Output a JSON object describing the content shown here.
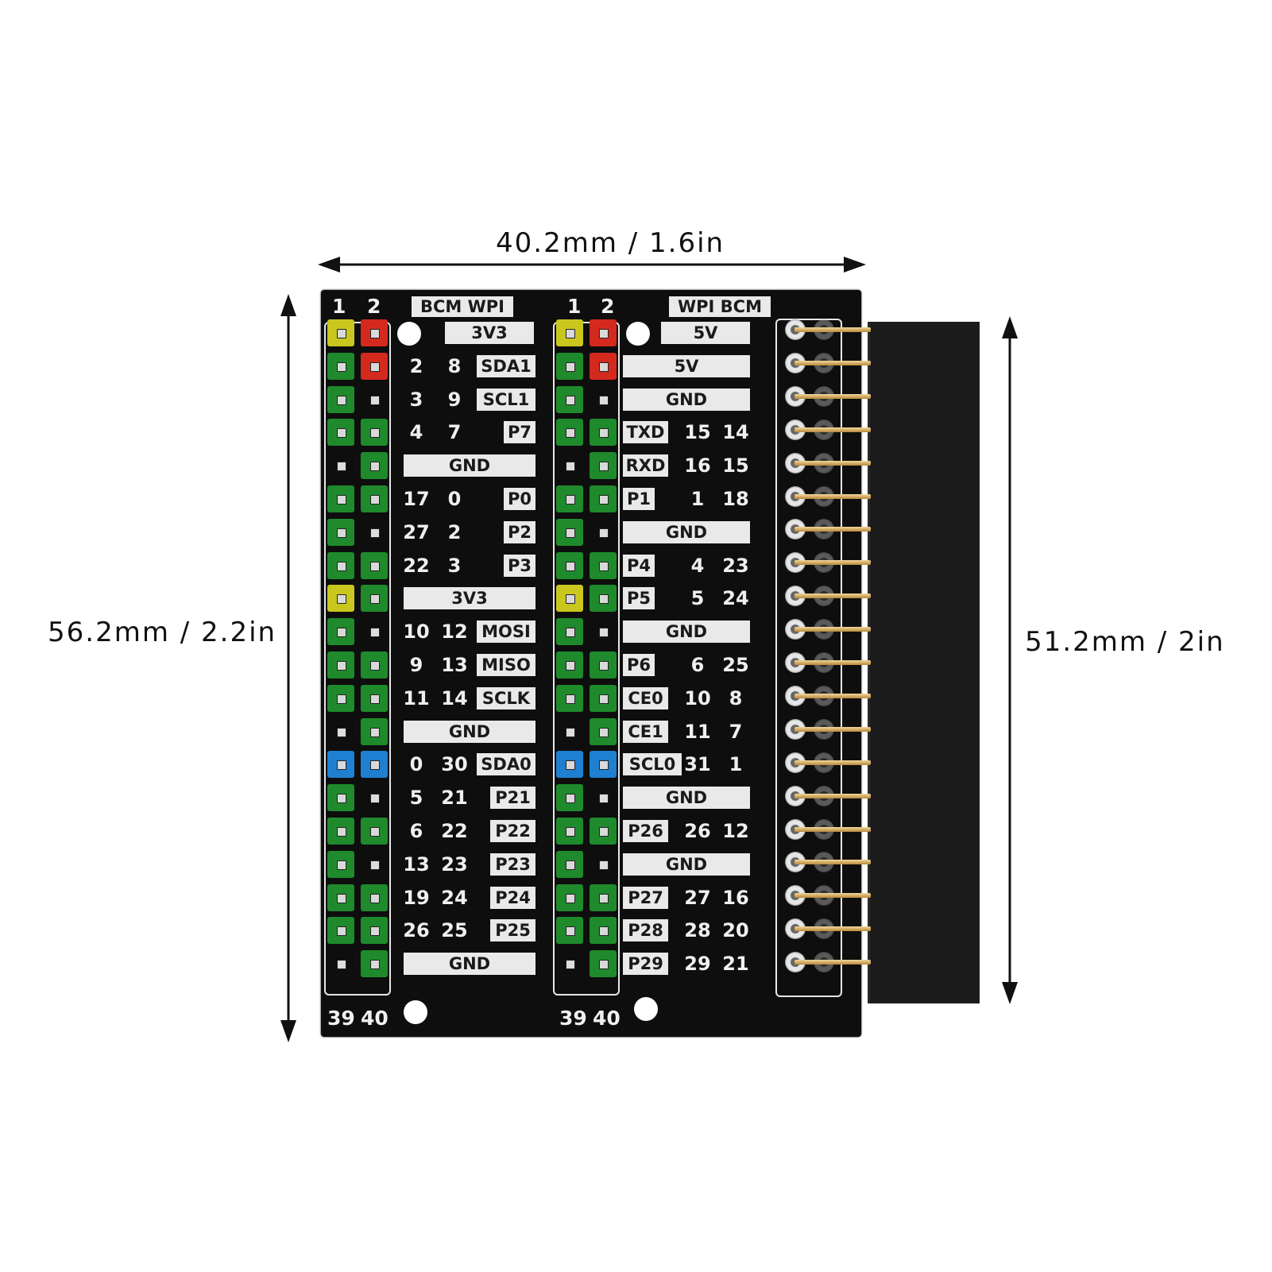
{
  "dimensions": {
    "width_label": "40.2mm / 1.6in",
    "height_label": "56.2mm / 2.2in",
    "connector_label": "51.2mm / 2in"
  },
  "board": {
    "left_header": {
      "top_pins": [
        "1",
        "2"
      ],
      "bottom_pins": [
        "39",
        "40"
      ],
      "column_labels": "BCM WPI"
    },
    "right_header": {
      "top_pins": [
        "1",
        "2"
      ],
      "bottom_pins": [
        "39",
        "40"
      ],
      "column_labels": "WPI BCM"
    },
    "left_rows": [
      {
        "bcm": "",
        "wpi": "",
        "name": "3V3",
        "wide": false
      },
      {
        "bcm": "2",
        "wpi": "8",
        "name": "SDA1",
        "wide": false
      },
      {
        "bcm": "3",
        "wpi": "9",
        "name": "SCL1",
        "wide": false
      },
      {
        "bcm": "4",
        "wpi": "7",
        "name": "P7",
        "wide": false
      },
      {
        "bcm": "",
        "wpi": "",
        "name": "GND",
        "wide": true
      },
      {
        "bcm": "17",
        "wpi": "0",
        "name": "P0",
        "wide": false
      },
      {
        "bcm": "27",
        "wpi": "2",
        "name": "P2",
        "wide": false
      },
      {
        "bcm": "22",
        "wpi": "3",
        "name": "P3",
        "wide": false
      },
      {
        "bcm": "",
        "wpi": "",
        "name": "3V3",
        "wide": true
      },
      {
        "bcm": "10",
        "wpi": "12",
        "name": "MOSI",
        "wide": false
      },
      {
        "bcm": "9",
        "wpi": "13",
        "name": "MISO",
        "wide": false
      },
      {
        "bcm": "11",
        "wpi": "14",
        "name": "SCLK",
        "wide": false
      },
      {
        "bcm": "",
        "wpi": "",
        "name": "GND",
        "wide": true
      },
      {
        "bcm": "0",
        "wpi": "30",
        "name": "SDA0",
        "wide": false
      },
      {
        "bcm": "5",
        "wpi": "21",
        "name": "P21",
        "wide": false
      },
      {
        "bcm": "6",
        "wpi": "22",
        "name": "P22",
        "wide": false
      },
      {
        "bcm": "13",
        "wpi": "23",
        "name": "P23",
        "wide": false
      },
      {
        "bcm": "19",
        "wpi": "24",
        "name": "P24",
        "wide": false
      },
      {
        "bcm": "26",
        "wpi": "25",
        "name": "P25",
        "wide": false
      },
      {
        "bcm": "",
        "wpi": "",
        "name": "GND",
        "wide": true
      }
    ],
    "right_rows": [
      {
        "name": "5V",
        "wpi": "",
        "bcm": "",
        "wide": false
      },
      {
        "name": "5V",
        "wpi": "",
        "bcm": "",
        "wide": true
      },
      {
        "name": "GND",
        "wpi": "",
        "bcm": "",
        "wide": true
      },
      {
        "name": "TXD",
        "wpi": "15",
        "bcm": "14",
        "wide": false
      },
      {
        "name": "RXD",
        "wpi": "16",
        "bcm": "15",
        "wide": false
      },
      {
        "name": "P1",
        "wpi": "1",
        "bcm": "18",
        "wide": false
      },
      {
        "name": "GND",
        "wpi": "",
        "bcm": "",
        "wide": true
      },
      {
        "name": "P4",
        "wpi": "4",
        "bcm": "23",
        "wide": false
      },
      {
        "name": "P5",
        "wpi": "5",
        "bcm": "24",
        "wide": false
      },
      {
        "name": "GND",
        "wpi": "",
        "bcm": "",
        "wide": true
      },
      {
        "name": "P6",
        "wpi": "6",
        "bcm": "25",
        "wide": false
      },
      {
        "name": "CE0",
        "wpi": "10",
        "bcm": "8",
        "wide": false
      },
      {
        "name": "CE1",
        "wpi": "11",
        "bcm": "7",
        "wide": false
      },
      {
        "name": "SCL0",
        "wpi": "31",
        "bcm": "1",
        "wide": false
      },
      {
        "name": "GND",
        "wpi": "",
        "bcm": "",
        "wide": true
      },
      {
        "name": "P26",
        "wpi": "26",
        "bcm": "12",
        "wide": false
      },
      {
        "name": "GND",
        "wpi": "",
        "bcm": "",
        "wide": true
      },
      {
        "name": "P27",
        "wpi": "27",
        "bcm": "16",
        "wide": false
      },
      {
        "name": "P28",
        "wpi": "28",
        "bcm": "20",
        "wide": false
      },
      {
        "name": "P29",
        "wpi": "29",
        "bcm": "21",
        "wide": false
      }
    ],
    "pin_colors": {
      "power_3v3": "#c9c61e",
      "power_5v": "#d42a1e",
      "gpio": "#1e8a2c",
      "i2c0": "#1f7fd0",
      "ground": "#111111"
    },
    "left_pin_pairs": [
      [
        "power_3v3",
        "power_5v"
      ],
      [
        "gpio",
        "power_5v"
      ],
      [
        "gpio",
        "ground"
      ],
      [
        "gpio",
        "gpio"
      ],
      [
        "ground",
        "gpio"
      ],
      [
        "gpio",
        "gpio"
      ],
      [
        "gpio",
        "ground"
      ],
      [
        "gpio",
        "gpio"
      ],
      [
        "power_3v3",
        "gpio"
      ],
      [
        "gpio",
        "ground"
      ],
      [
        "gpio",
        "gpio"
      ],
      [
        "gpio",
        "gpio"
      ],
      [
        "ground",
        "gpio"
      ],
      [
        "i2c0",
        "i2c0"
      ],
      [
        "gpio",
        "ground"
      ],
      [
        "gpio",
        "gpio"
      ],
      [
        "gpio",
        "ground"
      ],
      [
        "gpio",
        "gpio"
      ],
      [
        "gpio",
        "gpio"
      ],
      [
        "ground",
        "gpio"
      ]
    ],
    "right_pin_pairs": [
      [
        "power_3v3",
        "power_5v"
      ],
      [
        "gpio",
        "power_5v"
      ],
      [
        "gpio",
        "ground"
      ],
      [
        "gpio",
        "gpio"
      ],
      [
        "ground",
        "gpio"
      ],
      [
        "gpio",
        "gpio"
      ],
      [
        "gpio",
        "ground"
      ],
      [
        "gpio",
        "gpio"
      ],
      [
        "power_3v3",
        "gpio"
      ],
      [
        "gpio",
        "ground"
      ],
      [
        "gpio",
        "gpio"
      ],
      [
        "gpio",
        "gpio"
      ],
      [
        "ground",
        "gpio"
      ],
      [
        "i2c0",
        "i2c0"
      ],
      [
        "gpio",
        "ground"
      ],
      [
        "gpio",
        "gpio"
      ],
      [
        "gpio",
        "ground"
      ],
      [
        "gpio",
        "gpio"
      ],
      [
        "gpio",
        "gpio"
      ],
      [
        "ground",
        "gpio"
      ]
    ]
  }
}
